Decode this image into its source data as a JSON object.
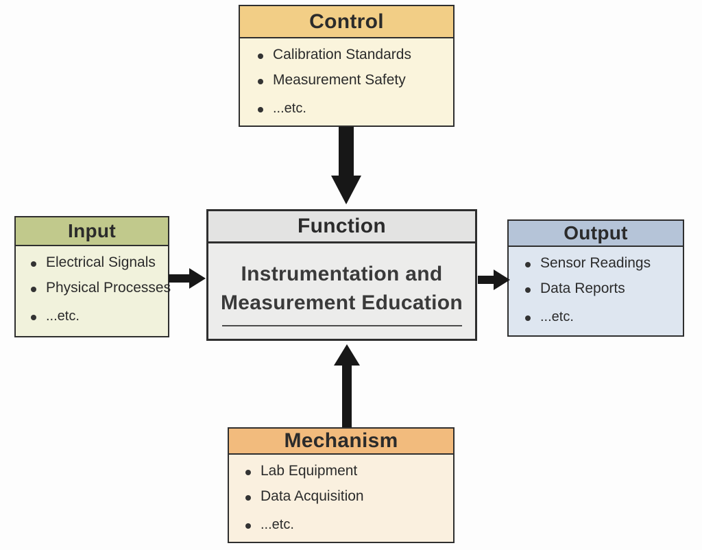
{
  "colors": {
    "background": "#fdfdfd",
    "box_border": "#2e2e2e",
    "arrow": "#171717",
    "text": "#2b2b2b",
    "control_header_bg": "#f2ce86",
    "control_body_bg": "#faf4dc",
    "input_header_bg": "#c1c98c",
    "input_body_bg": "#f1f2dc",
    "function_header_bg": "#e3e3e2",
    "function_body_bg": "#ececeb",
    "output_header_bg": "#b5c4d8",
    "output_body_bg": "#dee6f0",
    "mechanism_header_bg": "#f2bb7d",
    "mechanism_body_bg": "#faf0df"
  },
  "boxes": {
    "control": {
      "title": "Control",
      "items": [
        "Calibration Standards",
        "Measurement Safety",
        "...etc."
      ]
    },
    "input": {
      "title": "Input",
      "items": [
        "Electrical Signals",
        "Physical Processes",
        "...etc."
      ]
    },
    "function": {
      "title": "Function",
      "body_line1": "Instrumentation and",
      "body_line2": "Measurement Education"
    },
    "output": {
      "title": "Output",
      "items": [
        "Sensor Readings",
        "Data Reports",
        "...etc."
      ]
    },
    "mechanism": {
      "title": "Mechanism",
      "items": [
        "Lab Equipment",
        "Data Acquisition",
        "...etc."
      ]
    }
  }
}
